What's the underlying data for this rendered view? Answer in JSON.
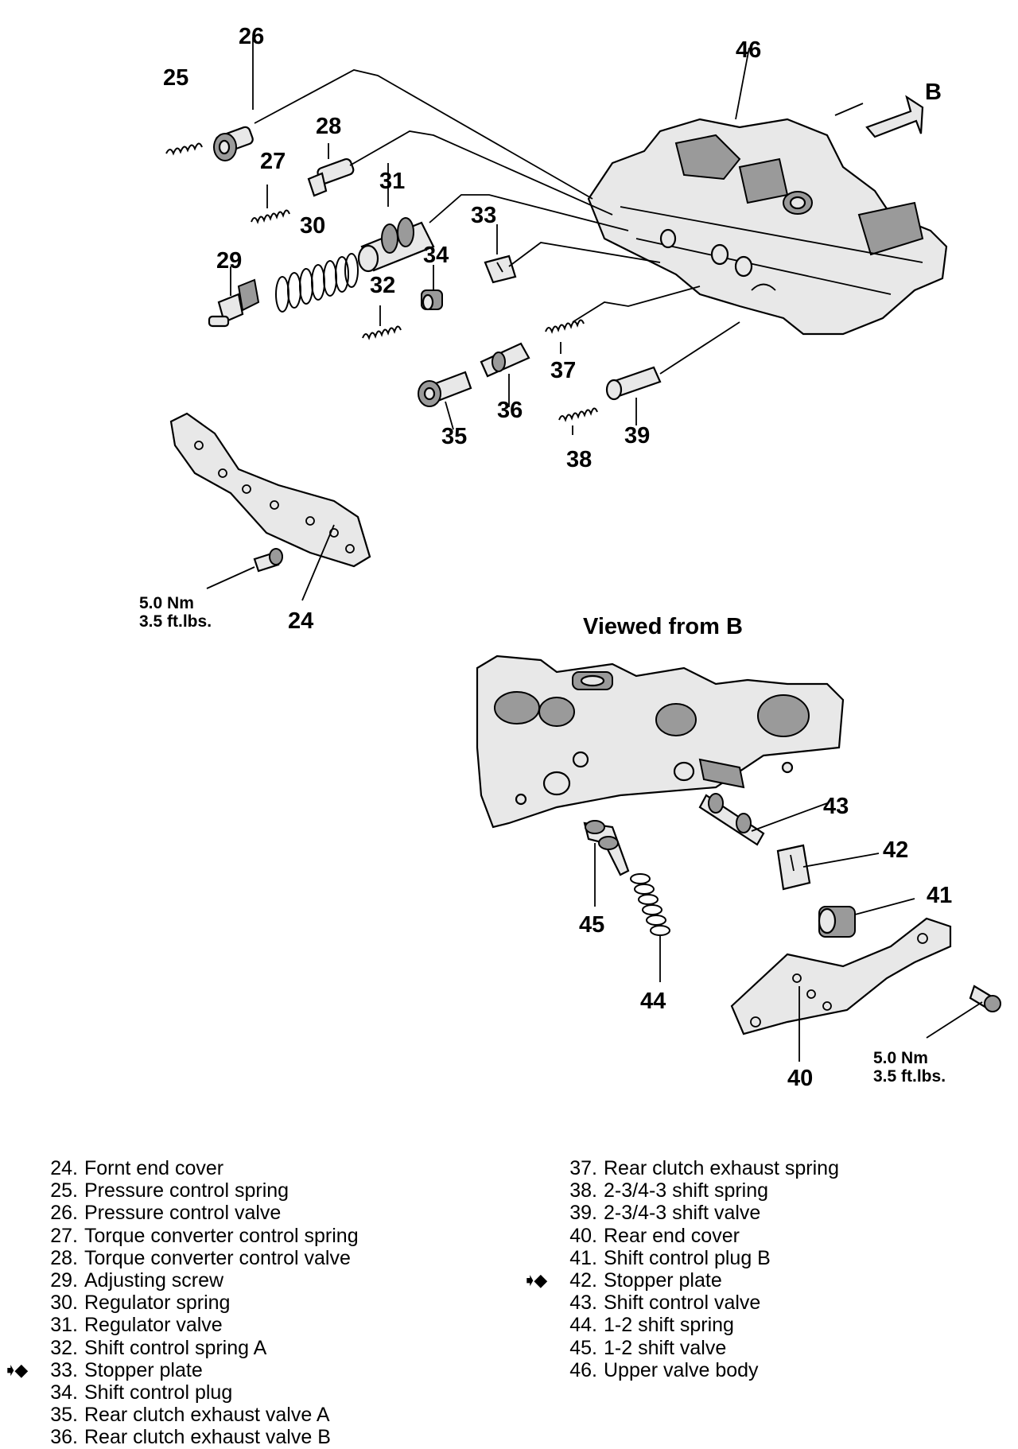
{
  "diagram": {
    "callouts": [
      "24",
      "25",
      "26",
      "27",
      "28",
      "29",
      "30",
      "31",
      "32",
      "33",
      "34",
      "35",
      "36",
      "37",
      "38",
      "39",
      "40",
      "41",
      "42",
      "43",
      "44",
      "45",
      "46"
    ],
    "view_label": "B",
    "view_title": "Viewed from B",
    "torque_top": {
      "nm": "5.0 Nm",
      "ftlbs": "3.5 ft.lbs."
    },
    "torque_bottom": {
      "nm": "5.0 Nm",
      "ftlbs": "3.5 ft.lbs."
    }
  },
  "legend": {
    "marker": "➧◆",
    "left": [
      {
        "num": "24.",
        "name": "Fornt end cover"
      },
      {
        "num": "25.",
        "name": "Pressure control spring"
      },
      {
        "num": "26.",
        "name": "Pressure control valve"
      },
      {
        "num": "27.",
        "name": "Torque converter control spring"
      },
      {
        "num": "28.",
        "name": "Torque converter control valve"
      },
      {
        "num": "29.",
        "name": "Adjusting screw"
      },
      {
        "num": "30.",
        "name": "Regulator spring"
      },
      {
        "num": "31.",
        "name": "Regulator valve"
      },
      {
        "num": "32.",
        "name": "Shift control spring A"
      },
      {
        "num": "33.",
        "name": "Stopper plate",
        "marked": true
      },
      {
        "num": "34.",
        "name": "Shift control plug"
      },
      {
        "num": "35.",
        "name": "Rear clutch exhaust valve A"
      },
      {
        "num": "36.",
        "name": "Rear clutch exhaust valve B"
      }
    ],
    "right": [
      {
        "num": "37.",
        "name": "Rear clutch exhaust spring"
      },
      {
        "num": "38.",
        "name": "2-3/4-3 shift spring"
      },
      {
        "num": "39.",
        "name": "2-3/4-3 shift valve"
      },
      {
        "num": "40.",
        "name": "Rear end cover"
      },
      {
        "num": "41.",
        "name": "Shift control plug B"
      },
      {
        "num": "42.",
        "name": "Stopper plate",
        "marked": true
      },
      {
        "num": "43.",
        "name": "Shift control valve"
      },
      {
        "num": "44.",
        "name": "1-2 shift spring"
      },
      {
        "num": "45.",
        "name": "1-2 shift valve"
      },
      {
        "num": "46.",
        "name": "Upper valve body"
      }
    ]
  }
}
